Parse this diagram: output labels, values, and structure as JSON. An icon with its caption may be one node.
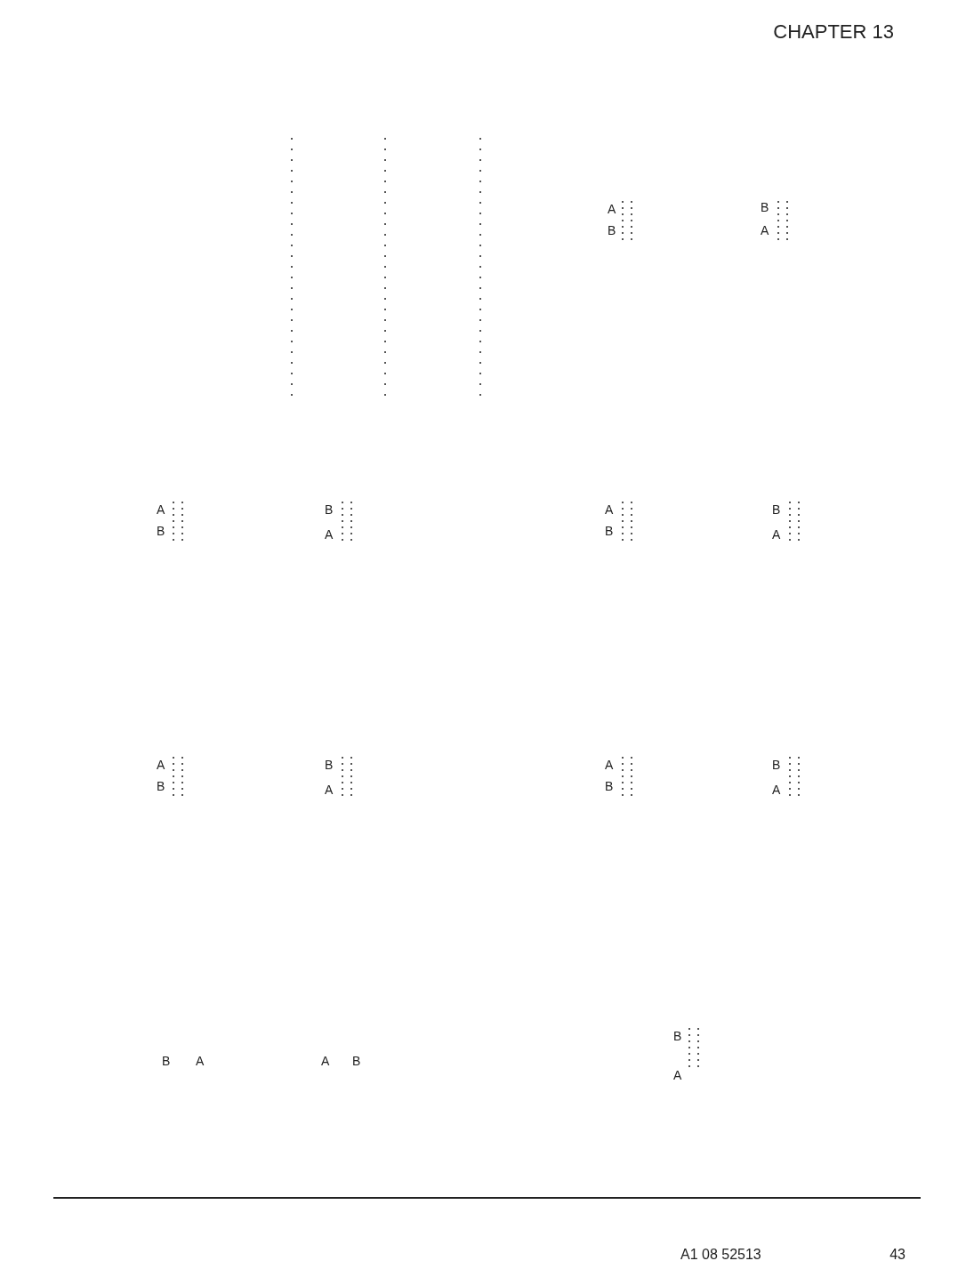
{
  "diagram": {
    "labels": [
      "CHAPTER 13",
      "A",
      "B",
      "B",
      "A",
      "A",
      "B",
      "B",
      "A",
      "A",
      "B",
      "B",
      "A",
      "A",
      "B",
      "B",
      "A",
      "A",
      "B",
      "B",
      "A",
      "B",
      "A",
      "A",
      "B",
      "B",
      "A",
      "A1 08 52513",
      "43"
    ]
  }
}
